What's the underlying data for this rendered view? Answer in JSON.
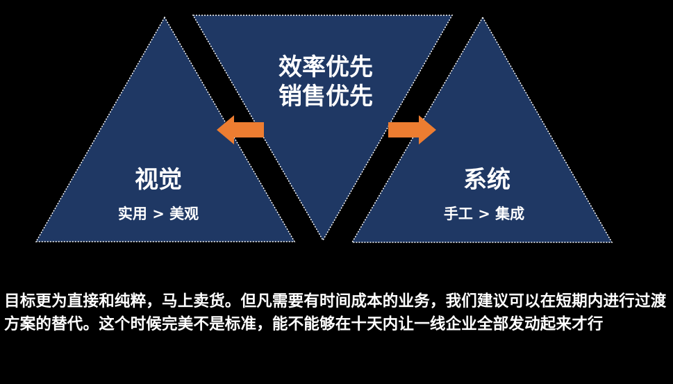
{
  "diagram": {
    "center": {
      "line1": "效率优先",
      "line2": "销售优先"
    },
    "left": {
      "title": "视觉",
      "subtitle": "实用 > 美观"
    },
    "right": {
      "title": "系统",
      "subtitle": "手工 > 集成"
    },
    "colors": {
      "triangle_fill": "#1f3864",
      "triangle_stroke": "#ffffff",
      "arrow": "#ed7d31",
      "background": "#000000",
      "text": "#ffffff"
    }
  },
  "caption": {
    "text": "目标更为直接和纯粹，马上卖货。但凡需要有时间成本的业务，我们建议可以在短期内进行过渡方案的替代。这个时候完美不是标准，能不能够在十天内让一线企业全部发动起来才行"
  }
}
